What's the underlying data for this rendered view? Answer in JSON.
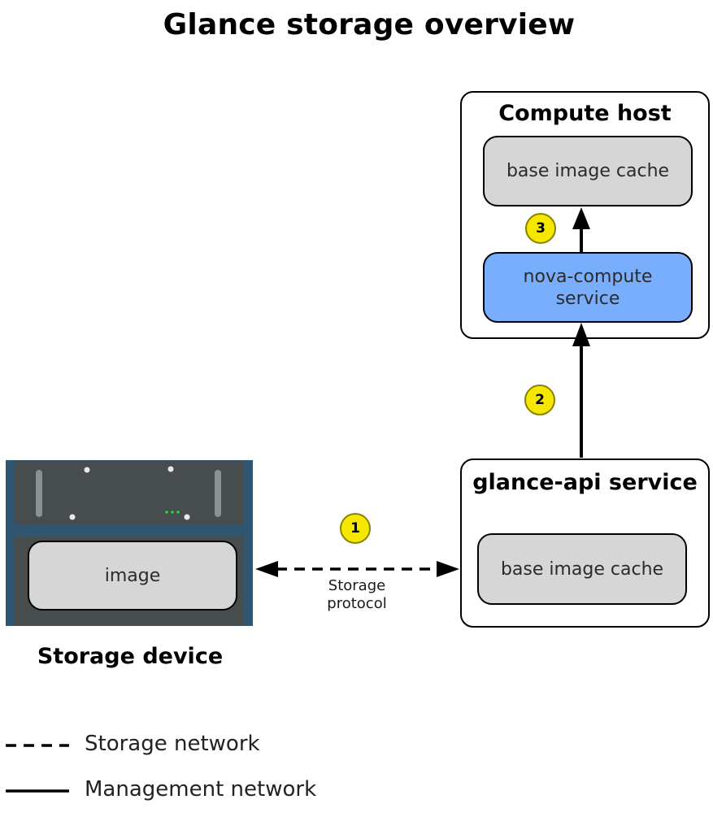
{
  "title": "Glance storage overview",
  "compute_host": {
    "title": "Compute host",
    "cache_label": "base image cache",
    "nova_label_line1": "nova-compute",
    "nova_label_line2": "service",
    "badge": "3"
  },
  "glance_api": {
    "title": "glance-api service",
    "cache_label": "base image cache",
    "badge": "2"
  },
  "storage_device": {
    "caption": "Storage device",
    "image_label": "image"
  },
  "storage_link": {
    "badge": "1",
    "label_line1": "Storage",
    "label_line2": "protocol"
  },
  "legend": {
    "storage_network": "Storage network",
    "management_network": "Management network"
  },
  "colors": {
    "node_gray": "#d6d6d6",
    "node_blue": "#79aefc",
    "badge_yellow": "#f5e700",
    "device_blue": "#305672",
    "device_panel": "#474d4f",
    "device_led": "#22ee22"
  }
}
